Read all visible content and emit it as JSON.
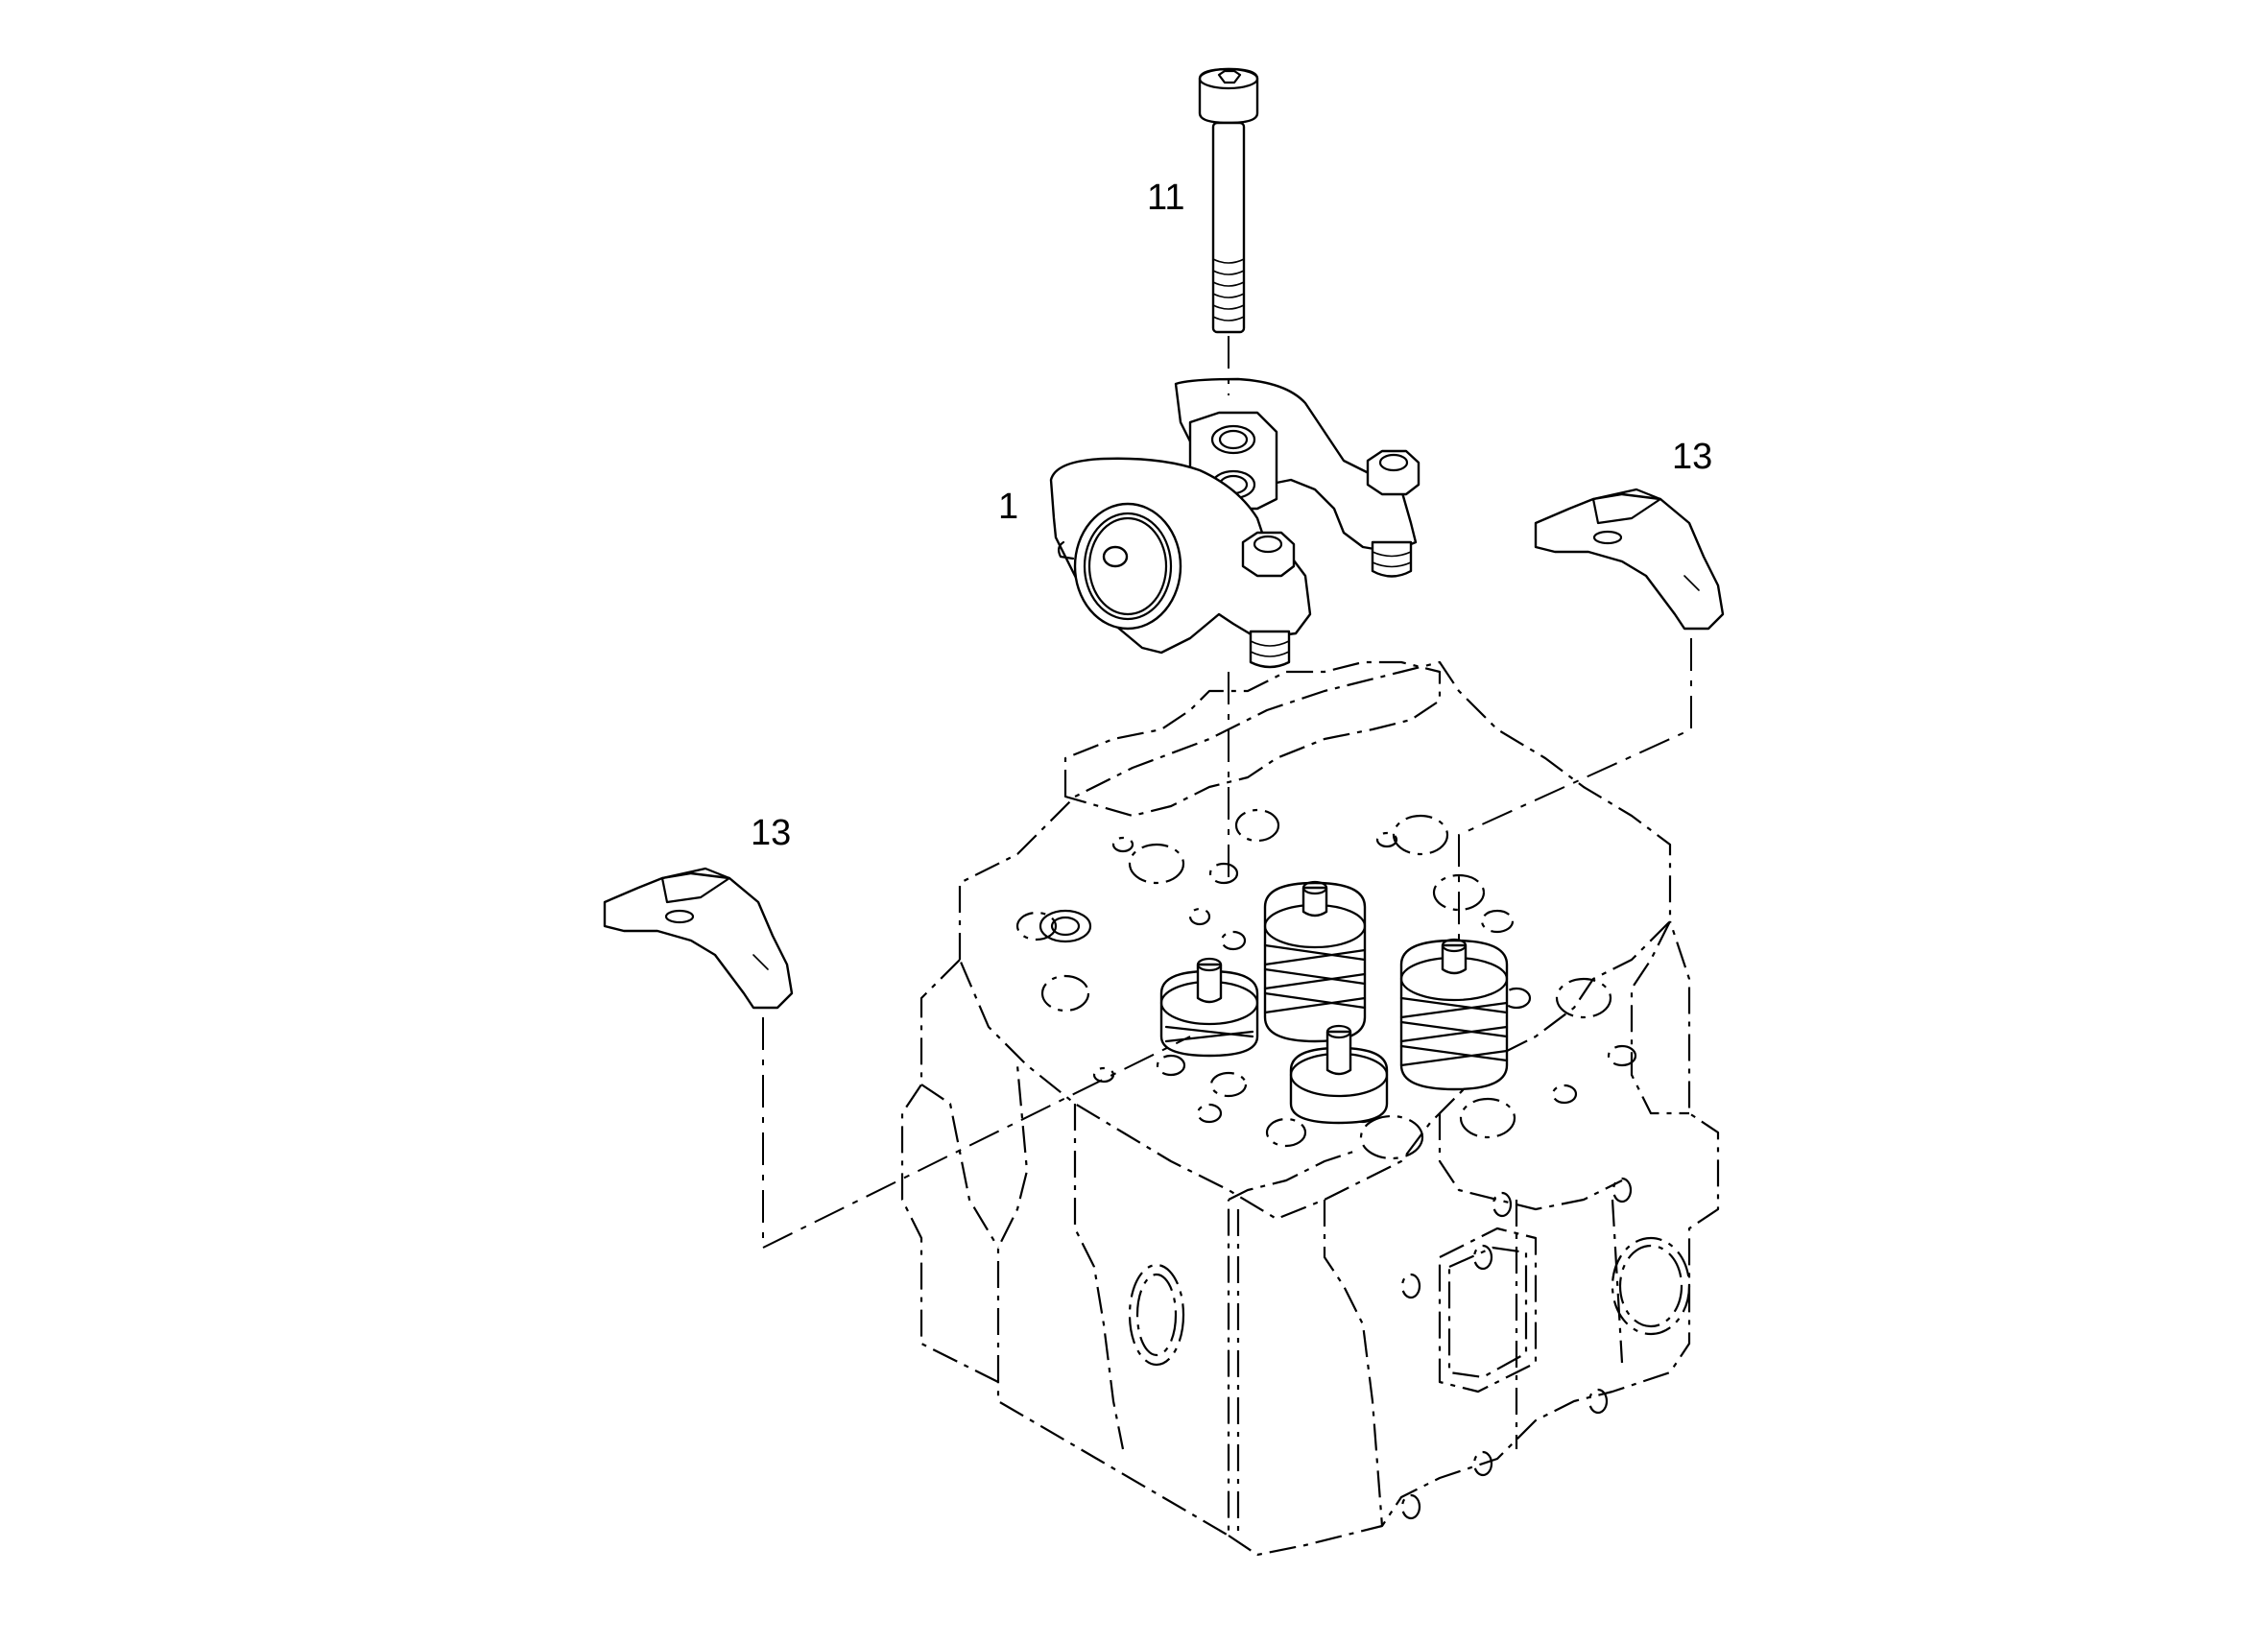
{
  "callouts": {
    "bolt": "11",
    "rocker_assembly": "1",
    "bridge_right": "13",
    "bridge_left": "13"
  }
}
